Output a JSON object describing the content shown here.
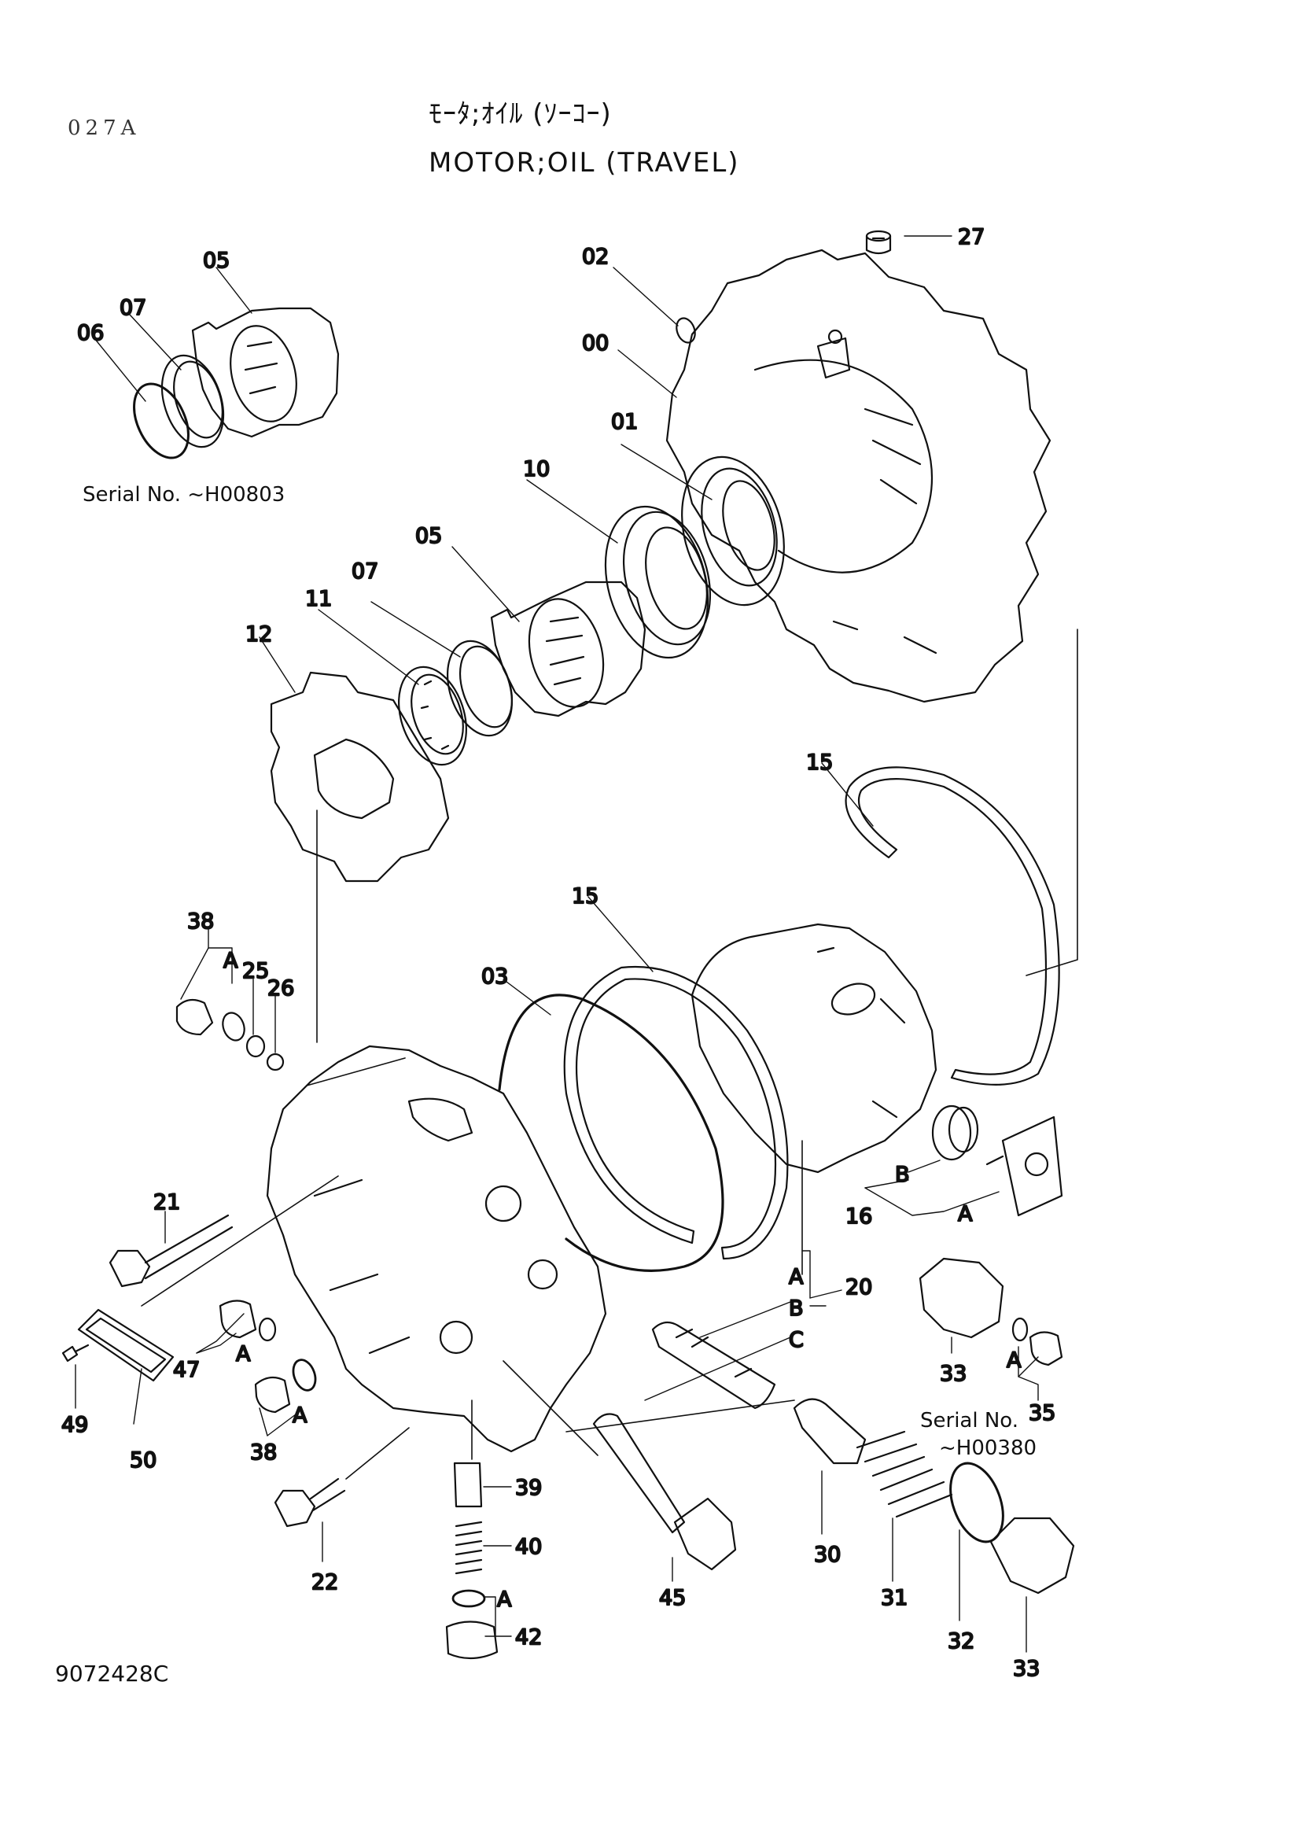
{
  "header": {
    "page_code": "027A",
    "title_jp": "ﾓｰﾀ;ｵｲﾙ (ｿｰｺｰ)",
    "title_en": "MOTOR;OIL (TRAVEL)"
  },
  "notes": {
    "serial_left": "Serial No. ~H00803",
    "serial_right_line1": "Serial No.",
    "serial_right_line2": "~H00380"
  },
  "figure_number": "9072428C",
  "callouts": {
    "c00": "00",
    "c01": "01",
    "c02": "02",
    "c03": "03",
    "c05a": "05",
    "c05b": "05",
    "c06": "06",
    "c07a": "07",
    "c07b": "07",
    "c10": "10",
    "c11": "11",
    "c12": "12",
    "c15a": "15",
    "c15b": "15",
    "c16": "16",
    "c20": "20",
    "c21": "21",
    "c22": "22",
    "c25": "25",
    "c26": "26",
    "c27": "27",
    "c30": "30",
    "c31": "31",
    "c32": "32",
    "c33a": "33",
    "c33b": "33",
    "c35": "35",
    "c38a": "38",
    "c38b": "38",
    "c39": "39",
    "c40": "40",
    "c42": "42",
    "c45": "45",
    "c47": "47",
    "c49": "49",
    "c50": "50"
  },
  "letters": {
    "a1": "A",
    "a2": "A",
    "a3": "A",
    "a4": "A",
    "a5": "A",
    "a6": "A",
    "a7": "A",
    "b1": "B",
    "b2": "B",
    "c1": "C"
  }
}
